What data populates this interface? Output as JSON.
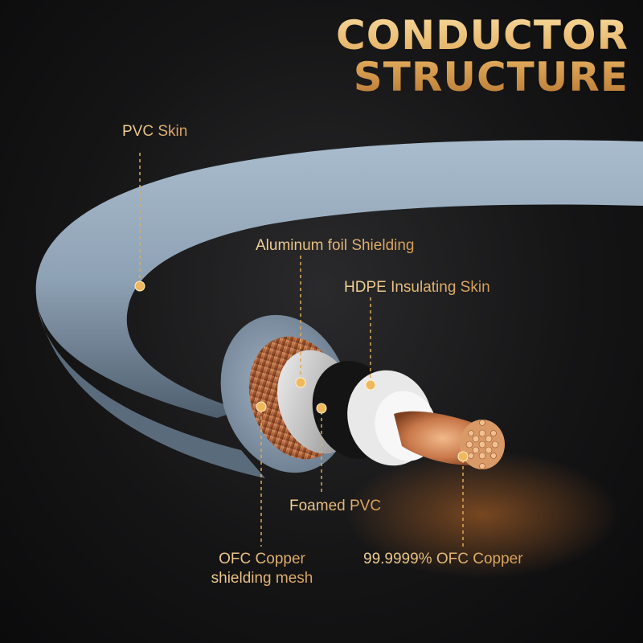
{
  "title": {
    "line1": "CONDUCTOR",
    "line2": "STRUCTURE"
  },
  "labels": {
    "pvc_skin": "PVC Skin",
    "aluminum_foil": "Aluminum foil Shielding",
    "hdpe": "HDPE Insulating Skin",
    "foamed_pvc": "Foamed PVC",
    "ofc_mesh_line1": "OFC Copper",
    "ofc_mesh_line2": "shielding mesh",
    "ofc_copper": "99.9999% OFC Copper"
  },
  "colors": {
    "accent_gold": "#e0a95a",
    "cable_jacket": "#8fa3b6",
    "copper": "#c97a45",
    "white_insulation": "#f2f2f2",
    "background": "#151516"
  }
}
